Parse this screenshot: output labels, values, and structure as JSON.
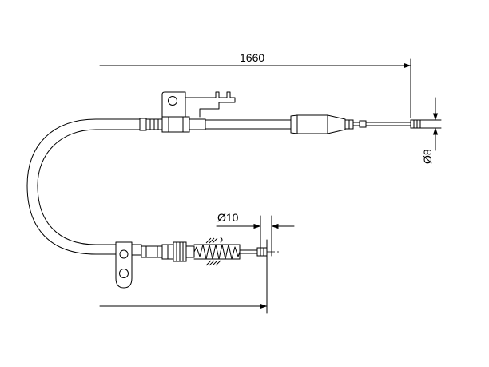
{
  "dimensions": {
    "overall_length": "1660",
    "end_fitting_diameter": "Ø8",
    "nipple_diameter": "Ø10"
  },
  "colors": {
    "line": "#000000",
    "background": "#ffffff"
  }
}
